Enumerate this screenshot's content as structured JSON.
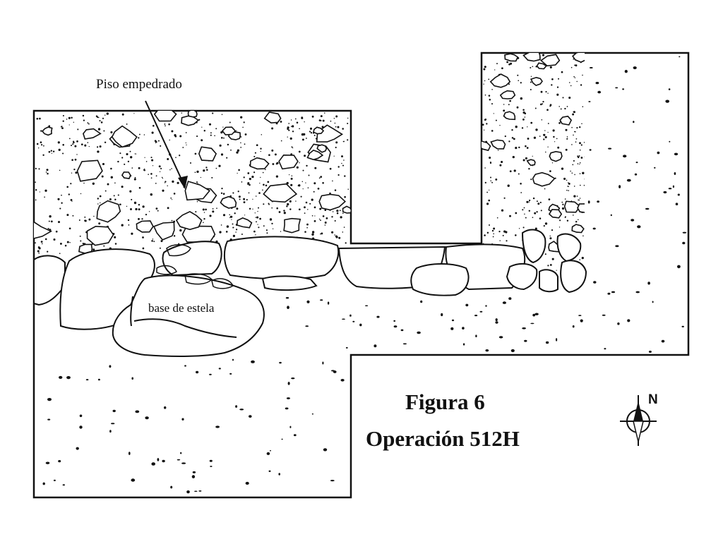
{
  "figure": {
    "number_label": "Figura 6",
    "operation_label": "Operación 512H"
  },
  "annotations": {
    "floor_label": "Piso empedrado",
    "stela_label": "base de estela"
  },
  "north_arrow": {
    "letter": "N",
    "icon": "north-arrow-icon"
  },
  "colors": {
    "ink": "#111111",
    "paper": "#ffffff"
  }
}
